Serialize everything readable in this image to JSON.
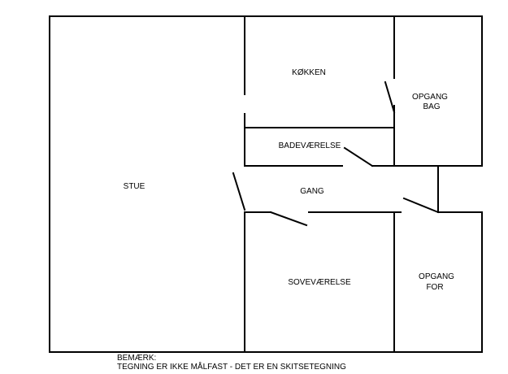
{
  "colors": {
    "background": "#ffffff",
    "line": "#000000",
    "text": "#000000"
  },
  "rooms": {
    "stue": "STUE",
    "koekken": "KØKKEN",
    "opgang_bag": [
      "OPGANG",
      "BAG"
    ],
    "badevaerelse": "BADEVÆRELSE",
    "gang": "GANG",
    "sovevaerelse": "SOVEVÆRELSE",
    "opgang_for": [
      "OPGANG",
      "FOR"
    ]
  },
  "note": {
    "heading": "BEMÆRK:",
    "text": "TEGNING ER IKKE MÅLFAST - DET ER EN SKITSETEGNING"
  }
}
